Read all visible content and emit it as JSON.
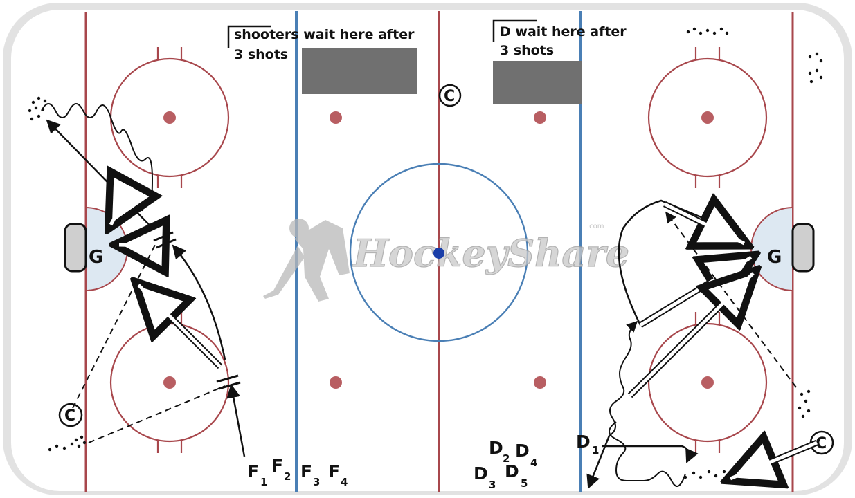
{
  "watermark": {
    "brand": "HockeyShare",
    "suffix": ".com"
  },
  "notes": {
    "shooters": {
      "line1": "shooters wait here after",
      "line2": "3 shots"
    },
    "defense": {
      "line1": "D wait here after",
      "line2": "3 shots"
    }
  },
  "coach_symbol": "C",
  "goalie_label": "G",
  "forwards": [
    {
      "letter": "F",
      "num": "1"
    },
    {
      "letter": "F",
      "num": "2"
    },
    {
      "letter": "F",
      "num": "3"
    },
    {
      "letter": "F",
      "num": "4"
    }
  ],
  "defense": [
    {
      "letter": "D",
      "num": "2"
    },
    {
      "letter": "D",
      "num": "4"
    },
    {
      "letter": "D",
      "num": "3"
    },
    {
      "letter": "D",
      "num": "5"
    },
    {
      "letter": "D",
      "num": "1"
    }
  ],
  "colors": {
    "red_line": "#a8474c",
    "blue_line": "#4a7fb5",
    "ice": "#ffffff",
    "board": "#d9d9d9",
    "crease": "#dde8f2",
    "wait_box": "#707070",
    "center_dot": "#1a3ea8"
  }
}
